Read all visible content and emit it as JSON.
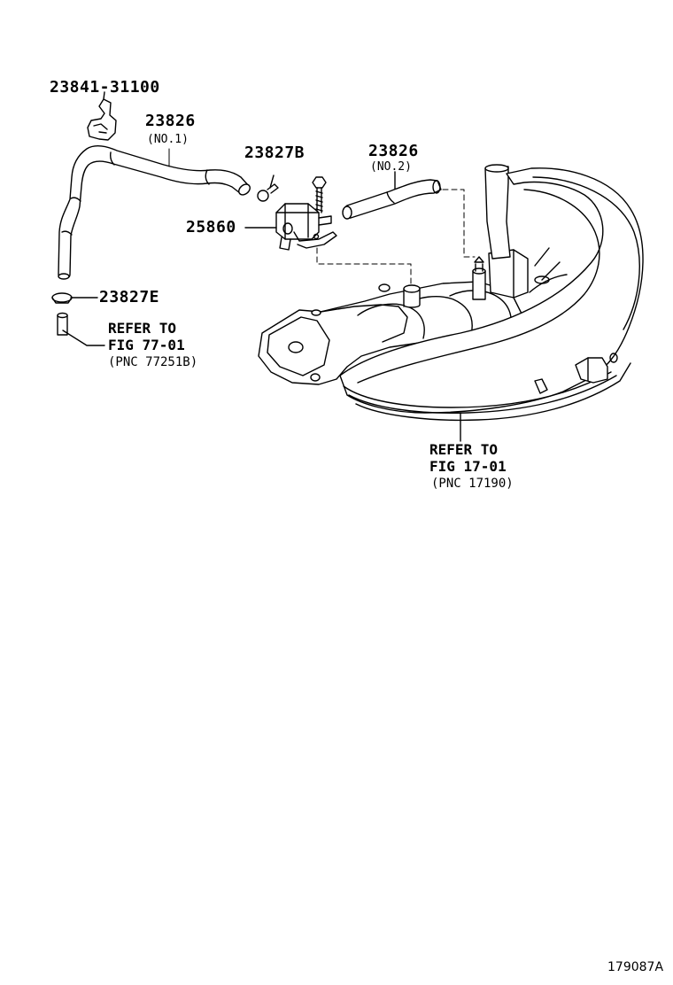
{
  "labels": {
    "p23841": "23841-31100",
    "p23826_1": "23826",
    "p23826_1_sub": "(NO.1)",
    "p23827B": "23827B",
    "p23826_2": "23826",
    "p23826_2_sub": "(NO.2)",
    "p25860": "25860",
    "p23827E": "23827E"
  },
  "refs": {
    "ref_77": {
      "line1": "REFER TO",
      "line2": "FIG 77-01",
      "line3": "(PNC 77251B)"
    },
    "ref_17": {
      "line1": "REFER TO",
      "line2": "FIG 17-01",
      "line3": "(PNC 17190)"
    }
  },
  "figure_id": "179087A"
}
